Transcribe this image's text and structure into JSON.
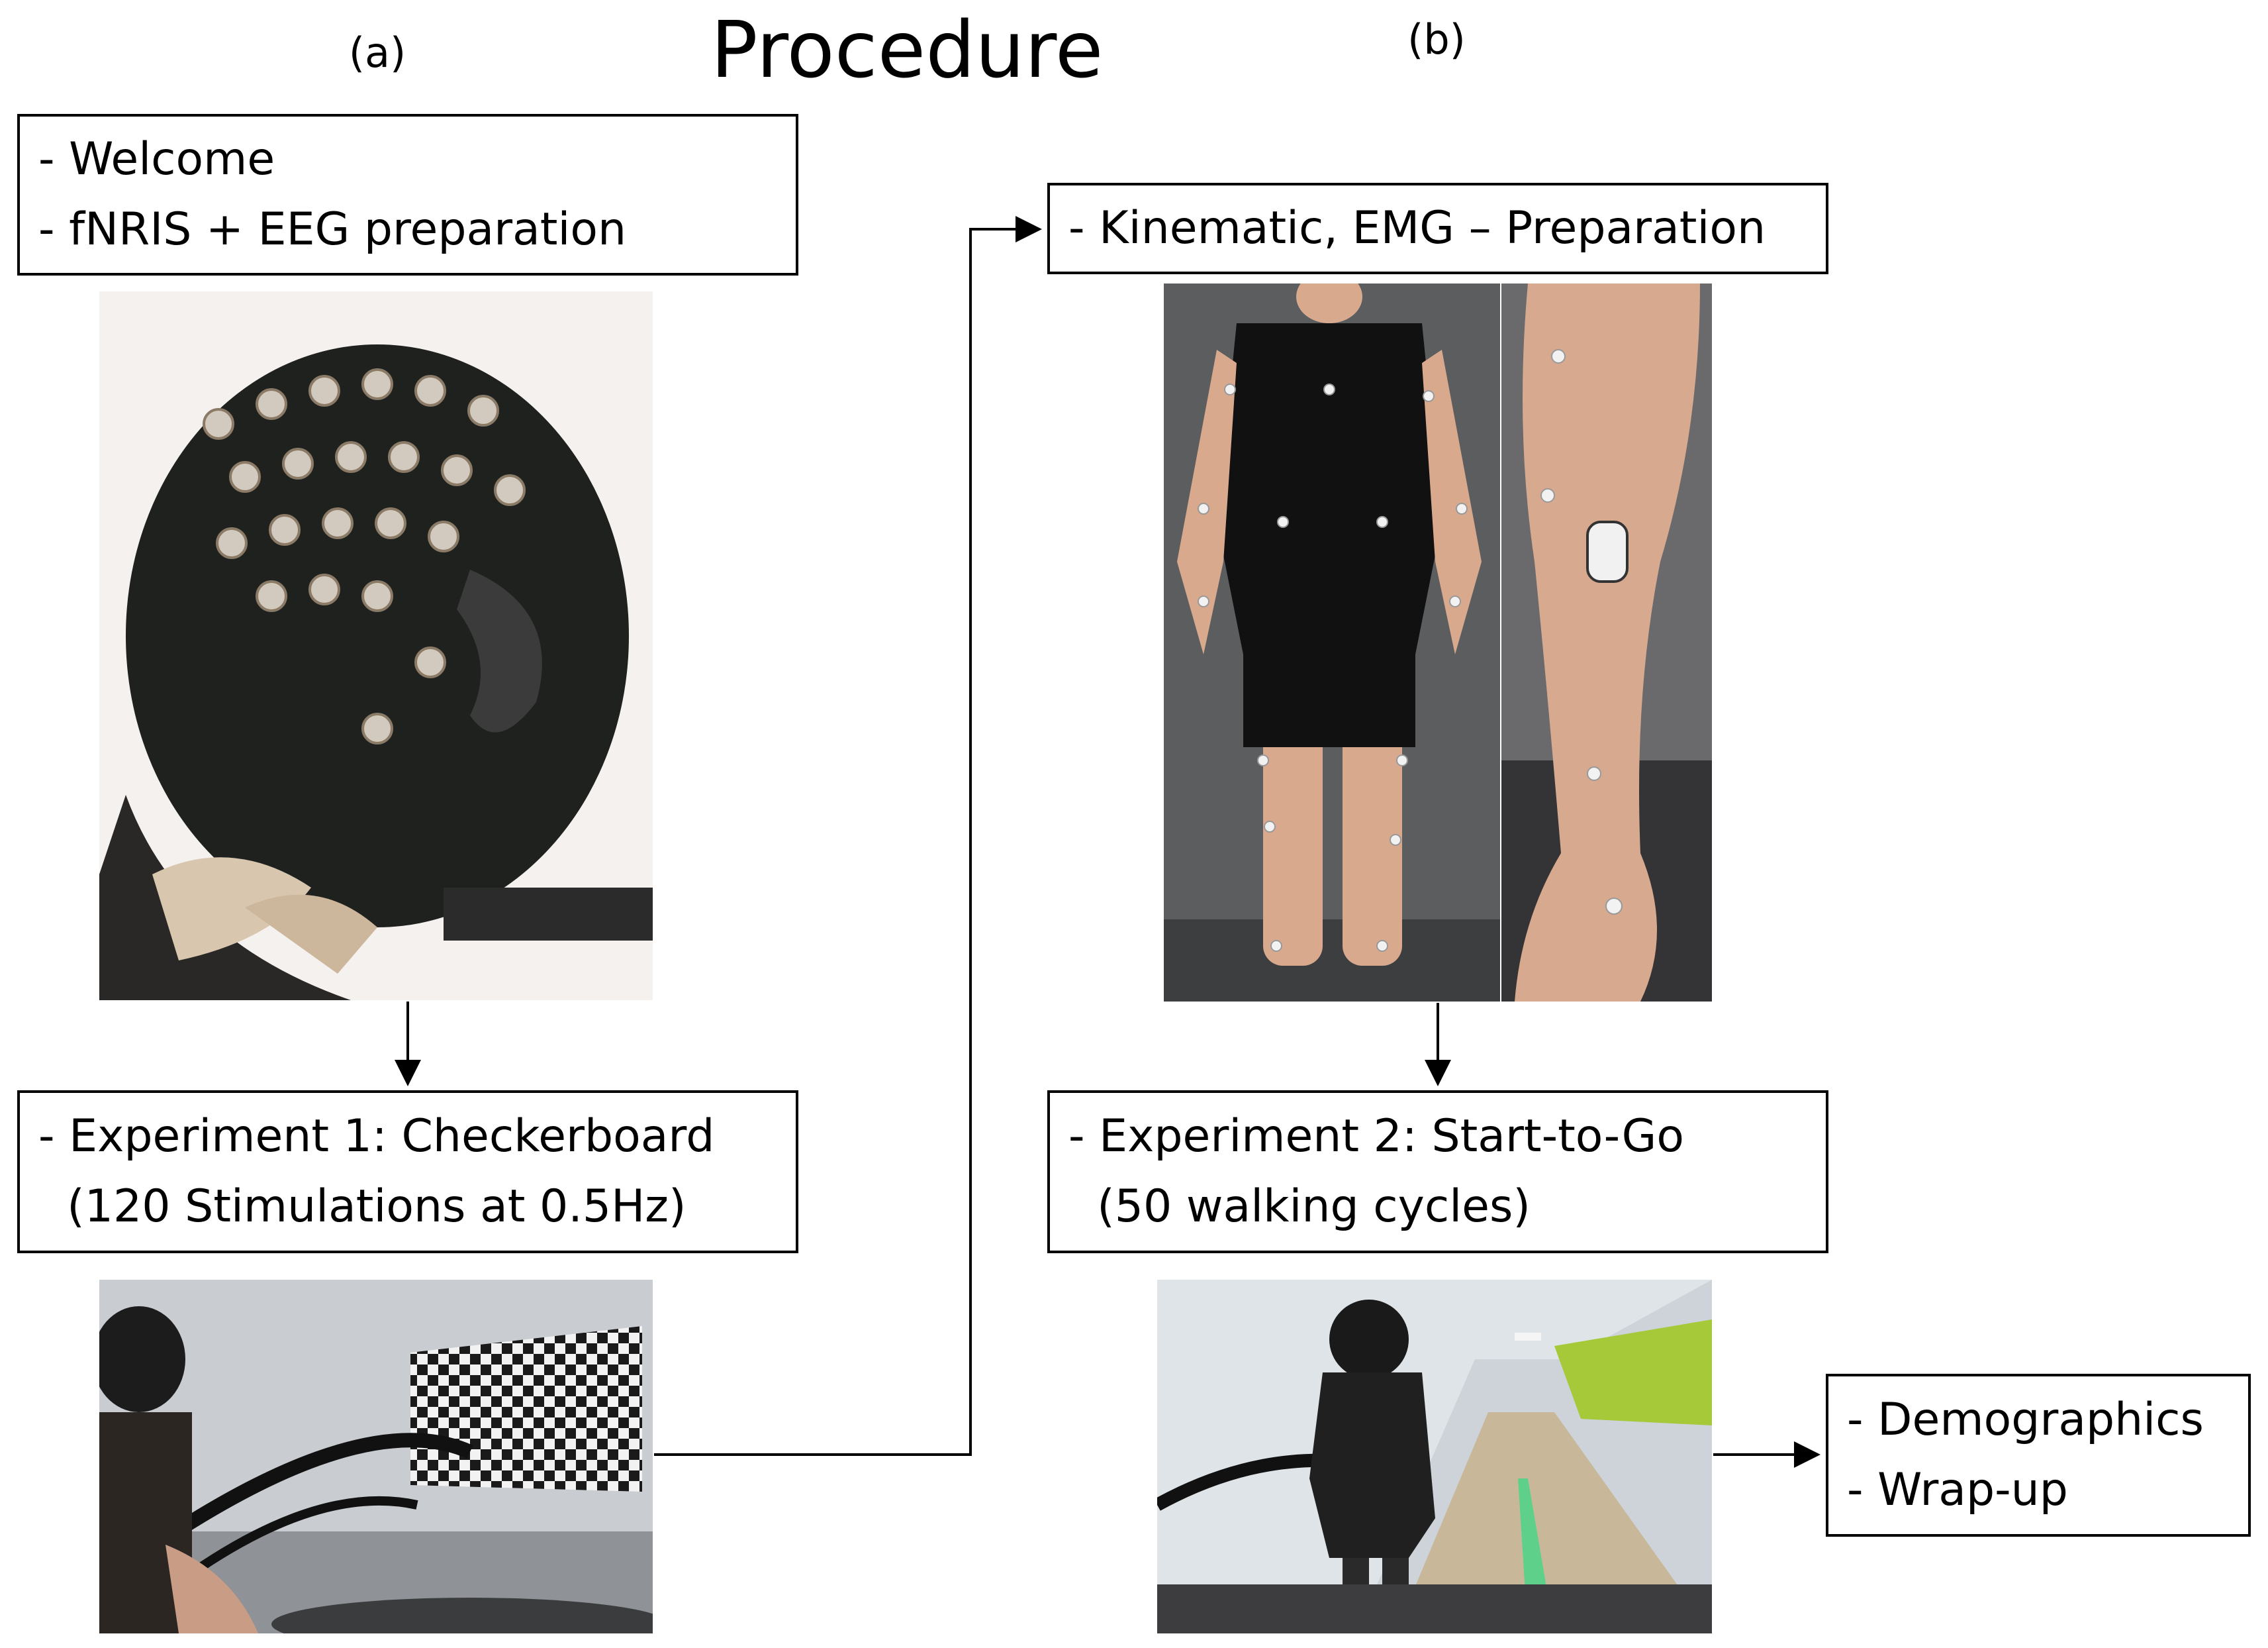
{
  "title": "Procedure",
  "panels": {
    "a": "(a)",
    "b": "(b)"
  },
  "boxes": {
    "prep_a": [
      "- Welcome",
      "- fNRIS + EEG preparation"
    ],
    "exp1": [
      "- Experiment 1: Checkerboard",
      "  (120 Stimulations at 0.5Hz)"
    ],
    "prep_b": [
      "- Kinematic, EMG – Preparation"
    ],
    "exp2": [
      "- Experiment 2: Start-to-Go",
      "  (50 walking cycles)"
    ],
    "wrap": [
      "- Demographics",
      "- Wrap-up"
    ]
  },
  "colors": {
    "line": "#000000",
    "box_border": "#000000"
  },
  "icons": [
    "eeg-cap-photo",
    "checkerboard-treadmill-photo",
    "marker-suit-photo",
    "leg-marker-photo",
    "virtual-corridor-photo"
  ]
}
